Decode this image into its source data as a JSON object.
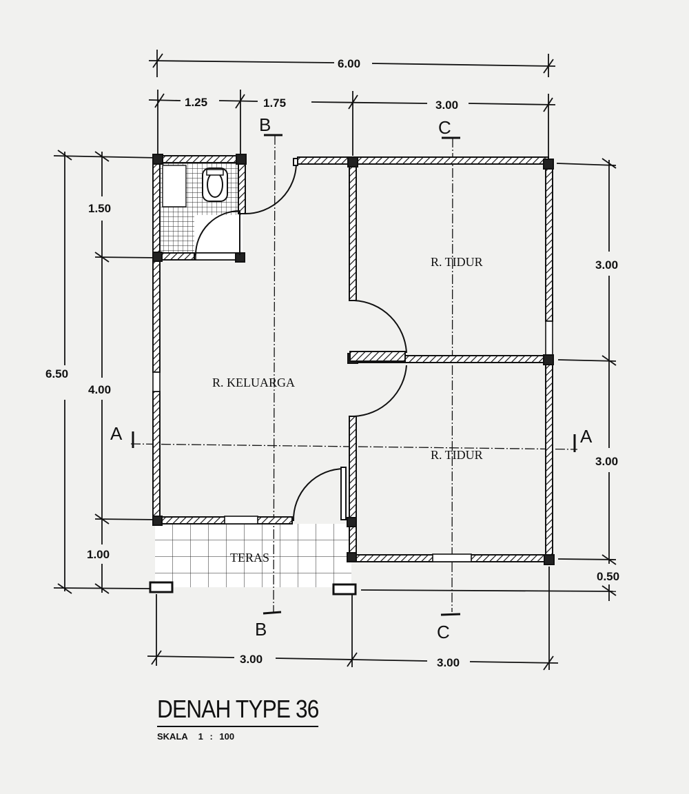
{
  "dimensions": {
    "top_total": "6.00",
    "top_segments": [
      "1.25",
      "1.75",
      "3.00"
    ],
    "bottom_segments": [
      "3.00",
      "3.00"
    ],
    "left_total": "6.50",
    "left_segments": [
      "1.50",
      "4.00",
      "1.00"
    ],
    "right_segments": [
      "3.00",
      "3.00",
      "0.50"
    ]
  },
  "rooms": {
    "bedroom_1": "R. TIDUR",
    "bedroom_2": "R. TIDUR",
    "family_room": "R. KELUARGA",
    "terrace": "TERAS"
  },
  "section_marks": {
    "a_left": "A",
    "a_right": "A",
    "b_top": "B",
    "b_bottom": "B",
    "c_top": "C",
    "c_bottom": "C"
  },
  "title": {
    "name": "DENAH TYPE 36",
    "scale_label": "SKALA",
    "scale_value": "1 : 100"
  }
}
